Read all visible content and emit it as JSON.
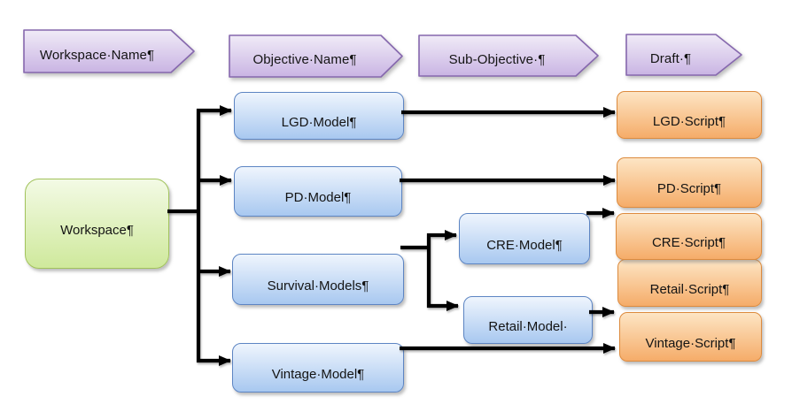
{
  "diagram": {
    "headers": [
      {
        "id": "workspace-name",
        "label": "Workspace·Name¶"
      },
      {
        "id": "objective-name",
        "label": "Objective·Name¶"
      },
      {
        "id": "sub-objective",
        "label": "Sub-Objective·¶"
      },
      {
        "id": "draft",
        "label": "Draft·¶"
      }
    ],
    "nodes": {
      "workspace": {
        "label": "Workspace¶"
      },
      "objectives": [
        {
          "label": "LGD·Model¶"
        },
        {
          "label": "PD·Model¶"
        },
        {
          "label": "Survival·Models¶"
        },
        {
          "label": "Vintage·Model¶"
        }
      ],
      "sub_objectives": [
        {
          "label": "CRE·Model¶"
        },
        {
          "label": "Retail·Model·"
        }
      ],
      "drafts": [
        {
          "label": "LGD·Script¶"
        },
        {
          "label": "PD·Script¶"
        },
        {
          "label": "CRE·Script¶"
        },
        {
          "label": "Retail·Script¶"
        },
        {
          "label": "Vintage·Script¶"
        }
      ]
    },
    "edges": [
      {
        "from": "Workspace",
        "to": "LGD Model"
      },
      {
        "from": "Workspace",
        "to": "PD Model"
      },
      {
        "from": "Workspace",
        "to": "Survival Models"
      },
      {
        "from": "Workspace",
        "to": "Vintage Model"
      },
      {
        "from": "LGD Model",
        "to": "LGD Script"
      },
      {
        "from": "PD Model",
        "to": "PD Script"
      },
      {
        "from": "Survival Models",
        "to": "CRE Model"
      },
      {
        "from": "Survival Models",
        "to": "Retail Model"
      },
      {
        "from": "CRE Model",
        "to": "CRE Script"
      },
      {
        "from": "Retail Model",
        "to": "Retail Script"
      },
      {
        "from": "Vintage Model",
        "to": "Vintage Script"
      }
    ],
    "colors": {
      "header_fill_top": "#F0EBF7",
      "header_fill_bottom": "#C9B4E3",
      "header_border": "#8668AE",
      "workspace_fill_top": "#F3FAE5",
      "workspace_fill_bottom": "#CFE99C",
      "workspace_border": "#A2C35C",
      "model_fill_top": "#EFF5FD",
      "model_fill_bottom": "#A8C8F0",
      "model_border": "#5D85C3",
      "script_fill_top": "#FDE5C4",
      "script_fill_bottom": "#F5AC69",
      "script_border": "#DD8B3E",
      "connector": "#000000"
    }
  }
}
